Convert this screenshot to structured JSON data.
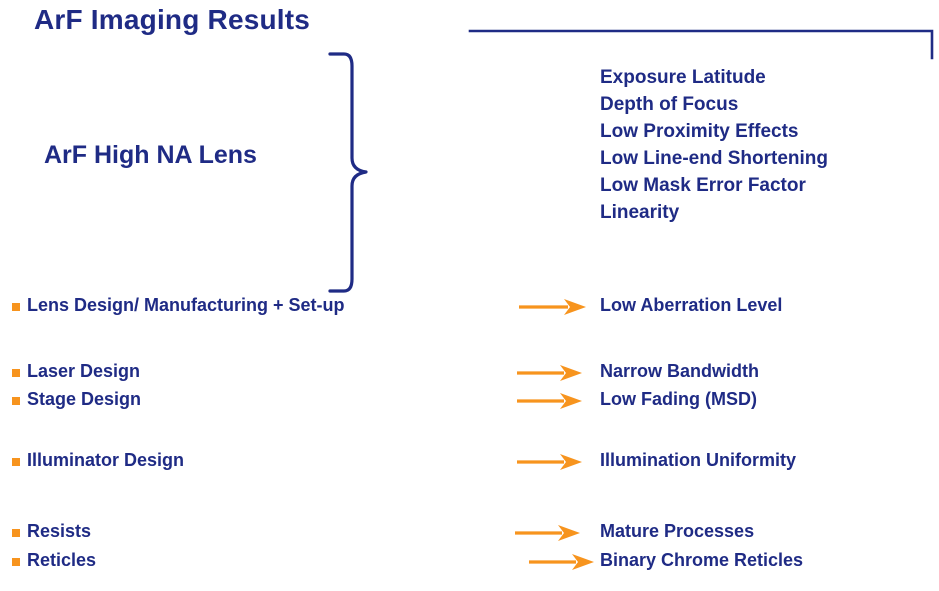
{
  "slide": {
    "title": "ArF Imaging Results",
    "lens_label": "ArF High NA Lens",
    "colors": {
      "text_navy": "#1f2b85",
      "accent_orange": "#f7941e",
      "background": "#ffffff"
    }
  },
  "benefits": [
    {
      "label": "Exposure Latitude"
    },
    {
      "label": "Depth of Focus"
    },
    {
      "label": "Low Proximity Effects"
    },
    {
      "label": "Low Line-end Shortening"
    },
    {
      "label": "Low Mask Error Factor"
    },
    {
      "label": "Linearity"
    }
  ],
  "mappings": [
    {
      "source": "Lens Design/ Manufacturing + Set-up",
      "outcome": "Low Aberration Level"
    },
    {
      "source": "Laser Design",
      "outcome": "Narrow Bandwidth"
    },
    {
      "source": "Stage Design",
      "outcome": "Low Fading (MSD)"
    },
    {
      "source": "Illuminator Design",
      "outcome": "Illumination Uniformity"
    },
    {
      "source": "Resists",
      "outcome": "Mature Processes"
    },
    {
      "source": "Reticles",
      "outcome": "Binary Chrome Reticles"
    }
  ]
}
